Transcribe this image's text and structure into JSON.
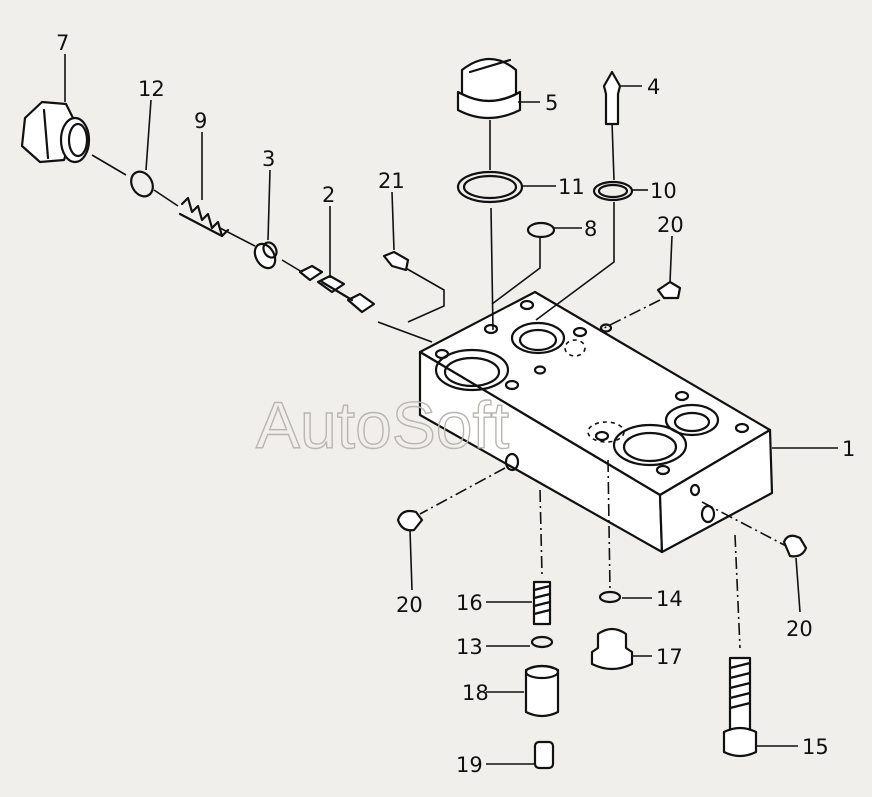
{
  "diagram": {
    "watermark": "AutoSoft",
    "callouts": [
      "1",
      "2",
      "3",
      "4",
      "5",
      "7",
      "8",
      "9",
      "10",
      "11",
      "12",
      "13",
      "14",
      "15",
      "16",
      "17",
      "18",
      "19",
      "20",
      "20",
      "20",
      "21"
    ]
  }
}
